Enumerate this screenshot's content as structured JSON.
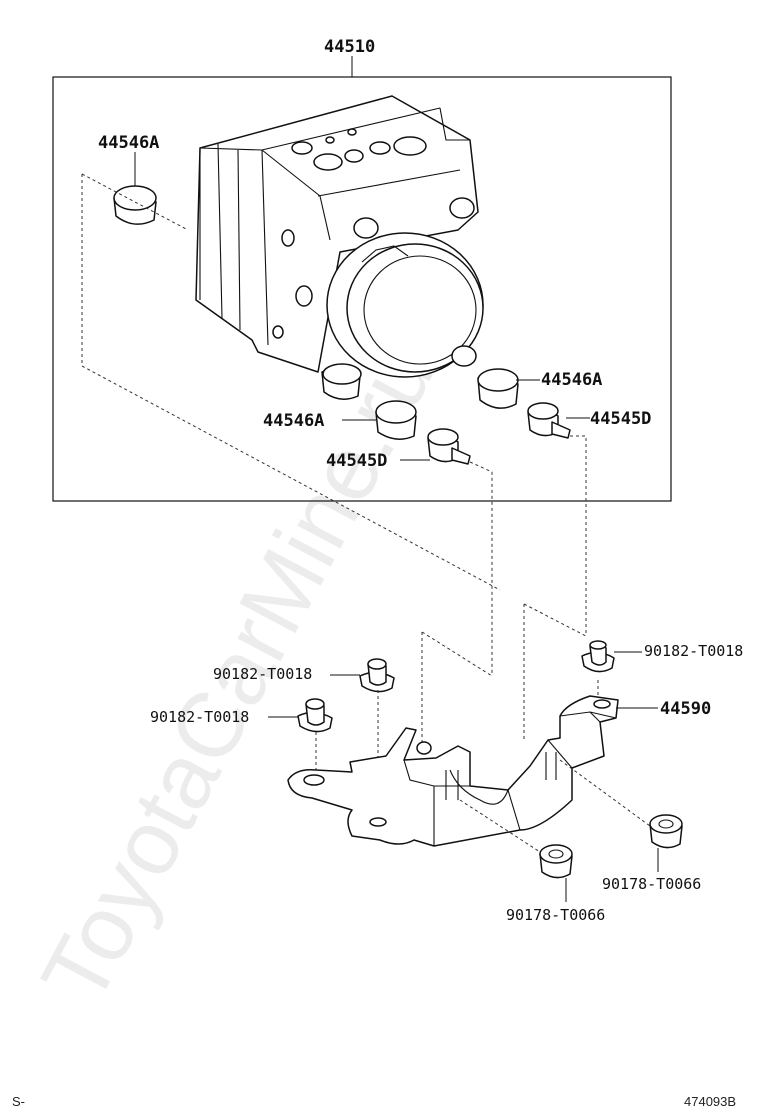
{
  "diagram": {
    "labels": {
      "assembly": "44510",
      "cap_top_left": "44546A",
      "cap_right": "44546A",
      "cap_bottom": "44546A",
      "stud_right": "44545D",
      "stud_bottom": "44545D",
      "bolt_top_right": "90182-T0018",
      "bolt_mid_left": "90182-T0018",
      "bolt_low_left": "90182-T0018",
      "bracket": "44590",
      "nut_right": "90178-T0066",
      "nut_bottom": "90178-T0066"
    },
    "watermark": "ToyotaCarMine.ru",
    "footer": {
      "left": "S-",
      "right": "474093B"
    }
  }
}
